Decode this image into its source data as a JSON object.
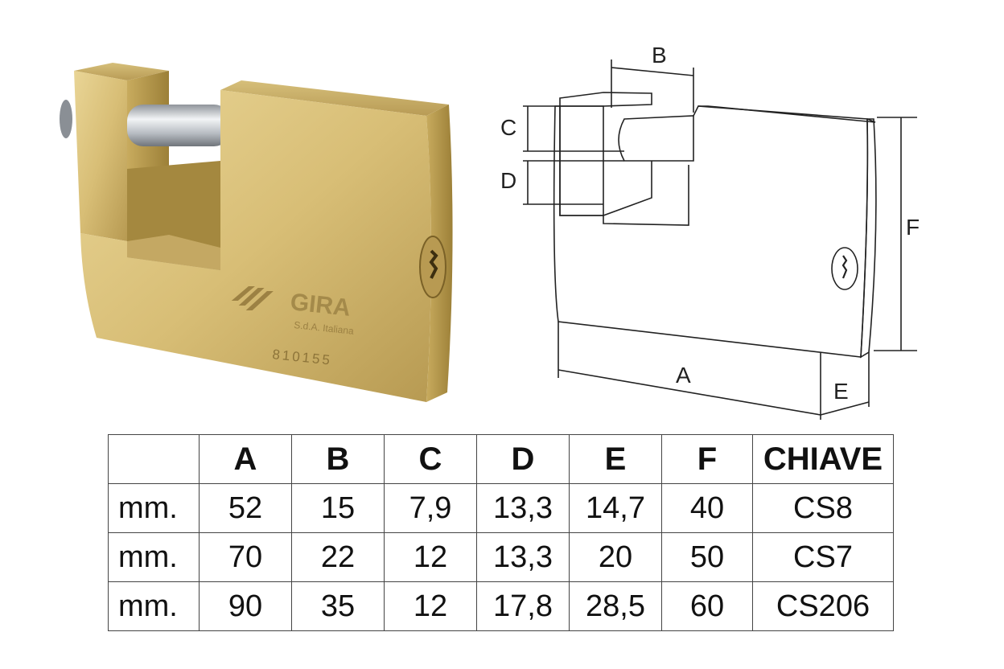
{
  "photo": {
    "brand": "GIRA",
    "sub_brand": "S.d.A. Italiana",
    "code": "810155",
    "colors": {
      "brass_light": "#e4cf8a",
      "brass_mid": "#c9ad62",
      "brass_dark": "#8e7532",
      "shackle": "#c8ccd2"
    }
  },
  "drawing": {
    "labels": {
      "A": "A",
      "B": "B",
      "C": "C",
      "D": "D",
      "E": "E",
      "F": "F"
    }
  },
  "table": {
    "headers": [
      "",
      "A",
      "B",
      "C",
      "D",
      "E",
      "F",
      "CHIAVE"
    ],
    "rows": [
      [
        "mm.",
        "52",
        "15",
        "7,9",
        "13,3",
        "14,7",
        "40",
        "CS8"
      ],
      [
        "mm.",
        "70",
        "22",
        "12",
        "13,3",
        "20",
        "50",
        "CS7"
      ],
      [
        "mm.",
        "90",
        "35",
        "12",
        "17,8",
        "28,5",
        "60",
        "CS206"
      ]
    ]
  }
}
